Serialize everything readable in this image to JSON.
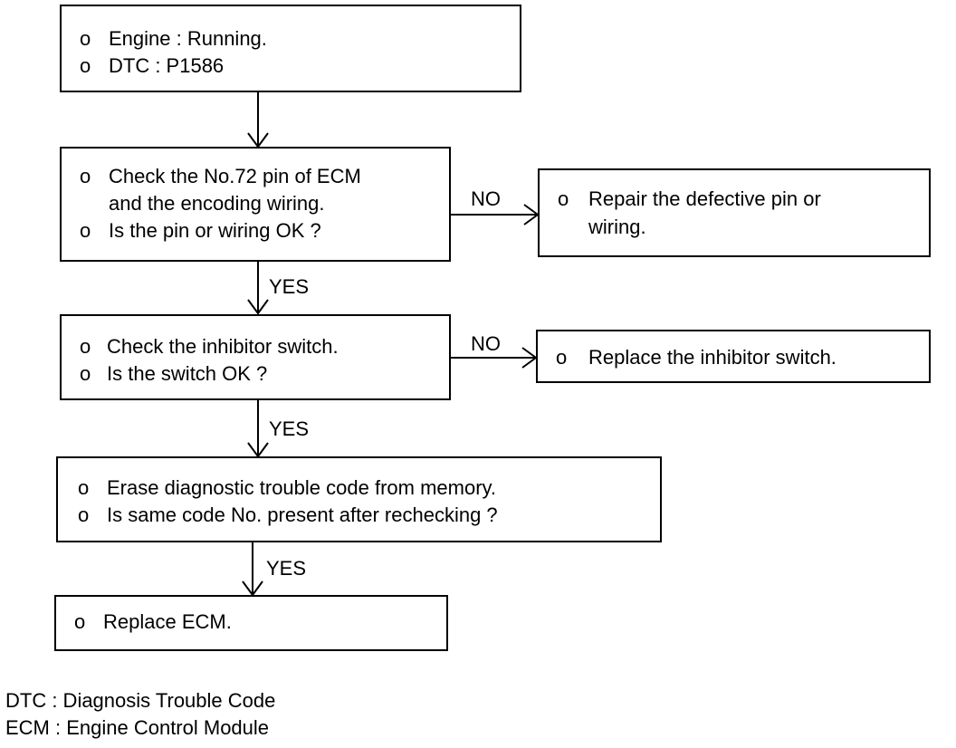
{
  "boxes": {
    "start": {
      "bullet": "o",
      "lines": [
        "Engine : Running.",
        "DTC : P1586"
      ]
    },
    "check_pin": {
      "bullet": "o",
      "lines": [
        "Check the No.72 pin of ECM",
        "and the encoding wiring.",
        "Is the pin or wiring OK ?"
      ]
    },
    "repair": {
      "bullet": "o",
      "lines": [
        "Repair the defective pin or",
        "wiring."
      ]
    },
    "check_switch": {
      "bullet": "o",
      "lines": [
        "Check the inhibitor switch.",
        "Is the switch OK ?"
      ]
    },
    "replace_switch": {
      "bullet": "o",
      "lines": [
        "Replace the inhibitor switch."
      ]
    },
    "erase": {
      "bullet": "o",
      "lines": [
        "Erase diagnostic trouble code from memory.",
        "Is same code No. present after rechecking ?"
      ]
    },
    "replace_ecm": {
      "bullet": "o",
      "lines": [
        "Replace ECM."
      ]
    }
  },
  "edges": {
    "no": "NO",
    "yes": "YES"
  },
  "legend": [
    "DTC : Diagnosis Trouble Code",
    "ECM : Engine Control Module"
  ]
}
